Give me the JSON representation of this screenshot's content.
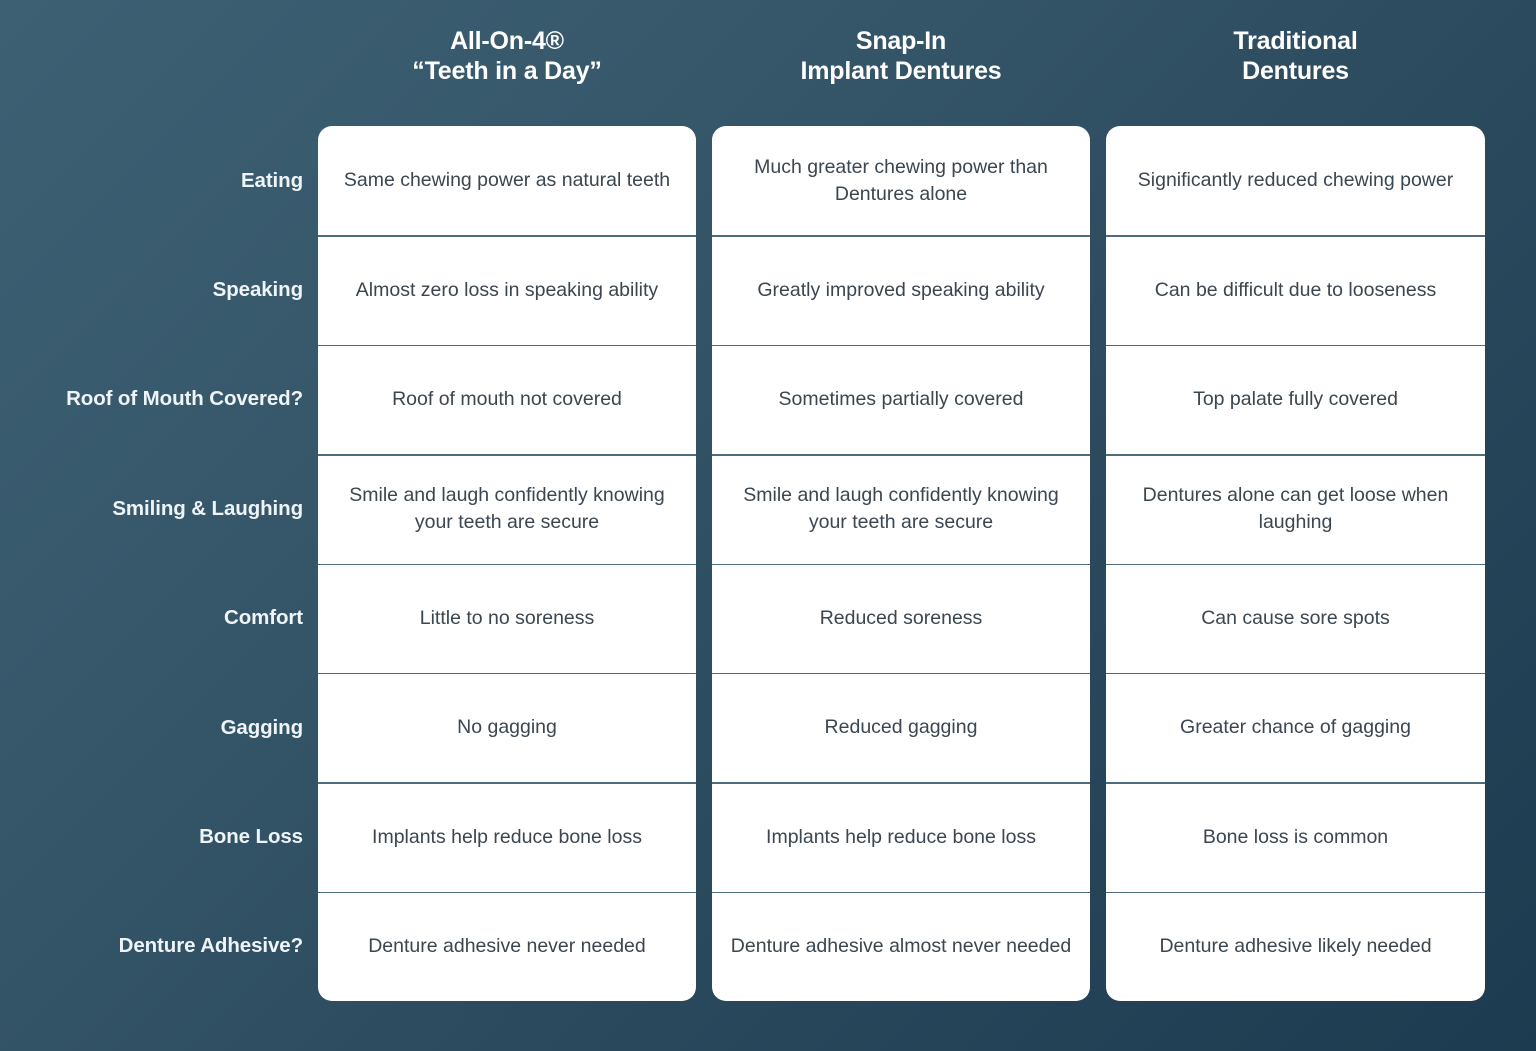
{
  "background": {
    "gradient_from": "#3d6073",
    "gradient_to": "#1d3b50"
  },
  "colors": {
    "card_background": "#ffffff",
    "cell_text": "#3b4650",
    "header_text": "#ffffff",
    "row_label_text": "#eef4f7",
    "separator": "#4d6d7e"
  },
  "table": {
    "columns": [
      {
        "line1": "All-On-4®",
        "line2": "“Teeth in a Day”"
      },
      {
        "line1": "Snap-In",
        "line2": "Implant Dentures"
      },
      {
        "line1": "Traditional",
        "line2": "Dentures"
      }
    ],
    "rows": [
      {
        "label": "Eating",
        "cells": [
          "Same chewing power as natural teeth",
          "Much greater chewing power than Dentures alone",
          "Significantly reduced chewing power"
        ]
      },
      {
        "label": "Speaking",
        "cells": [
          "Almost zero loss in speaking ability",
          "Greatly improved speaking ability",
          "Can be difficult due to looseness"
        ]
      },
      {
        "label": "Roof of Mouth Covered?",
        "cells": [
          "Roof of mouth not covered",
          "Sometimes partially covered",
          "Top palate fully covered"
        ]
      },
      {
        "label": "Smiling & Laughing",
        "cells": [
          "Smile and laugh confidently knowing your teeth are secure",
          "Smile and laugh confidently knowing your teeth are secure",
          "Dentures alone can get loose when laughing"
        ]
      },
      {
        "label": "Comfort",
        "cells": [
          "Little to no soreness",
          "Reduced soreness",
          "Can cause sore spots"
        ]
      },
      {
        "label": "Gagging",
        "cells": [
          "No gagging",
          "Reduced gagging",
          "Greater chance of gagging"
        ]
      },
      {
        "label": "Bone Loss",
        "cells": [
          "Implants help reduce bone loss",
          "Implants help reduce bone loss",
          "Bone loss is common"
        ]
      },
      {
        "label": "Denture Adhesive?",
        "cells": [
          "Denture adhesive never needed",
          "Denture adhesive almost never needed",
          "Denture adhesive likely needed"
        ]
      }
    ]
  }
}
